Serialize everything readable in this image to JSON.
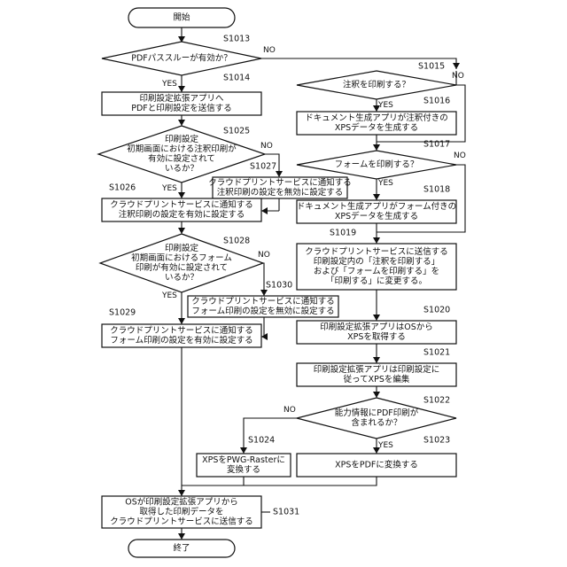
{
  "flowchart": {
    "start": "開始",
    "end": "終了",
    "yes": "YES",
    "no": "NO",
    "steps": {
      "s1013": {
        "id": "S1013",
        "lines": [
          "PDFパススルーが有効か？"
        ]
      },
      "s1014": {
        "id": "S1014",
        "lines": [
          "印刷設定拡張アプリへ",
          "PDFと印刷設定を送信する"
        ]
      },
      "s1015": {
        "id": "S1015",
        "lines": [
          "注釈を印刷する？"
        ]
      },
      "s1016": {
        "id": "S1016",
        "lines": [
          "ドキュメント生成アプリが注釈付きの",
          "XPSデータを生成する"
        ]
      },
      "s1017": {
        "id": "S1017",
        "lines": [
          "フォームを印刷する？"
        ]
      },
      "s1018": {
        "id": "S1018",
        "lines": [
          "ドキュメント生成アプリがフォーム付きの",
          "XPSデータを生成する"
        ]
      },
      "s1019": {
        "id": "S1019",
        "lines": [
          "クラウドプリントサービスに送信する",
          "印刷設定内の「注釈を印刷する」",
          "および「フォームを印刷する」を",
          "「印刷する」に変更する。"
        ]
      },
      "s1020": {
        "id": "S1020",
        "lines": [
          "印刷設定拡張アプリはOSから",
          "XPSを取得する"
        ]
      },
      "s1021": {
        "id": "S1021",
        "lines": [
          "印刷設定拡張アプリは印刷設定に",
          "従ってXPSを編集"
        ]
      },
      "s1022": {
        "id": "S1022",
        "lines": [
          "能力情報にPDF印刷が",
          "含まれるか？"
        ]
      },
      "s1023": {
        "id": "S1023",
        "lines": [
          "XPSをPDFに変換する"
        ]
      },
      "s1024": {
        "id": "S1024",
        "lines": [
          "XPSをPWG-Rasterに",
          "変換する"
        ]
      },
      "s1025": {
        "id": "S1025",
        "lines": [
          "印刷設定",
          "初期画面における注釈印刷が",
          "有効に設定されて",
          "いるか？"
        ]
      },
      "s1026": {
        "id": "S1026",
        "lines": [
          "クラウドプリントサービスに通知する",
          "注釈印刷の設定を有効に設定する"
        ]
      },
      "s1027": {
        "id": "S1027",
        "lines": [
          "クラウドプリントサービスに通知する",
          "注釈印刷の設定を無効に設定する"
        ]
      },
      "s1028": {
        "id": "S1028",
        "lines": [
          "印刷設定",
          "初期画面におけるフォーム",
          "印刷が有効に設定されて",
          "いるか？"
        ]
      },
      "s1029": {
        "id": "S1029",
        "lines": [
          "クラウドプリントサービスに通知する",
          "フォーム印刷の設定を有効に設定する"
        ]
      },
      "s1030": {
        "id": "S1030",
        "lines": [
          "クラウドプリントサービスに通知する",
          "フォーム印刷の設定を無効に設定する"
        ]
      },
      "s1031": {
        "id": "S1031",
        "lines": [
          "OSが印刷設定拡張アプリから",
          "取得した印刷データを",
          "クラウドプリントサービスに送信する"
        ]
      }
    }
  }
}
